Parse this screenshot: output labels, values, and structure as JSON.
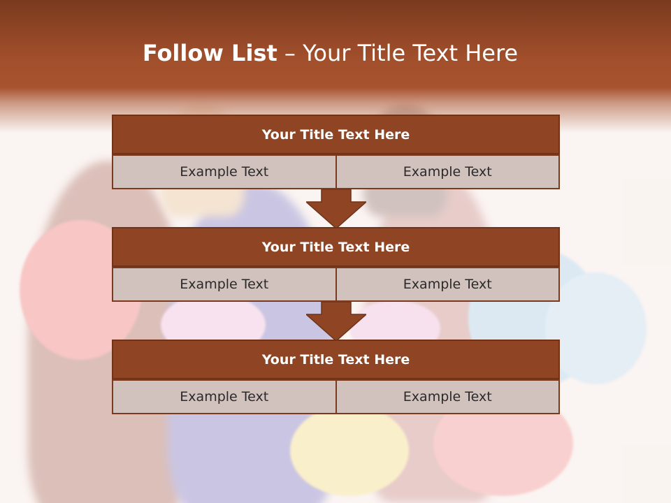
{
  "slide": {
    "title_bold": "Follow List",
    "title_rest": " – Your Title Text Here"
  },
  "blocks": [
    {
      "title": "Your Title Text Here",
      "left_text": "Example Text",
      "right_text": "Example Text"
    },
    {
      "title": "Your Title Text Here",
      "left_text": "Example Text",
      "right_text": "Example Text"
    },
    {
      "title": "Your Title Text Here",
      "left_text": "Example Text",
      "right_text": "Example Text"
    }
  ],
  "colors": {
    "header": "#a24f2c",
    "block_title_fill": "#8f4424",
    "block_cell_fill": "#d2c2bd",
    "arrow": "#8f4424"
  }
}
